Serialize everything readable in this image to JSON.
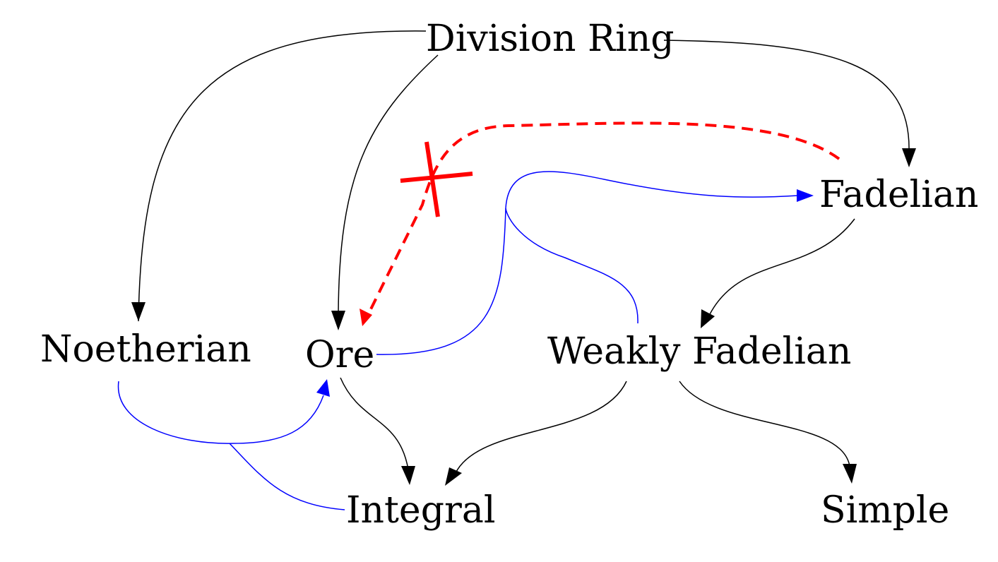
{
  "nodes": {
    "division_ring": "Division Ring",
    "fadelian": "Fadelian",
    "noetherian": "Noetherian",
    "ore": "Ore",
    "weakly_fadelian": "Weakly Fadelian",
    "integral": "Integral",
    "simple": "Simple"
  },
  "colors": {
    "implication": "#000000",
    "combined_implication": "#0000ff",
    "non_implication": "#ff0000"
  }
}
